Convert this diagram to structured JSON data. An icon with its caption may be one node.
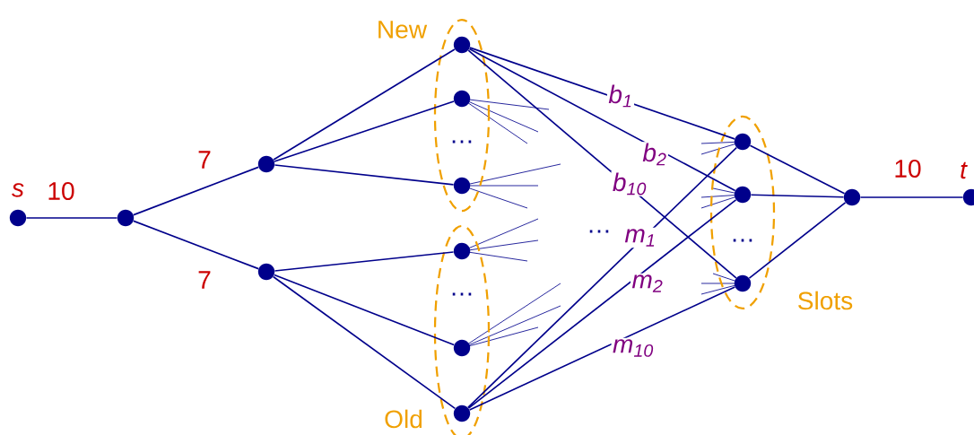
{
  "diagram": {
    "nodes": [
      {
        "text": [],
        "shape": "circle",
        "beside": [
          "s"
        ]
      },
      {
        "text": [],
        "shape": "circle"
      },
      {
        "text": [],
        "shape": "circle"
      },
      {
        "text": [],
        "shape": "circle"
      },
      {
        "text": [
          "New"
        ]
      },
      {
        "text": [],
        "shape": "circle",
        "in": 4
      },
      {
        "text": [],
        "shape": "circle",
        "in": 4
      },
      {
        "text": [],
        "shape": "circle",
        "in": 4
      },
      {
        "text": [
          "Old"
        ]
      },
      {
        "text": [],
        "shape": "circle",
        "in": 8
      },
      {
        "text": [],
        "shape": "circle",
        "in": 8
      },
      {
        "text": [],
        "shape": "circle",
        "in": 8
      },
      {
        "text": [
          "Slots"
        ]
      },
      {
        "text": [],
        "shape": "circle",
        "in": 12
      },
      {
        "text": [],
        "shape": "circle",
        "in": 12
      },
      {
        "text": [],
        "shape": "circle",
        "in": 12
      },
      {
        "text": [],
        "shape": "circle"
      },
      {
        "text": [],
        "shape": "circle",
        "beside": [
          "t"
        ]
      }
    ],
    "edges": [
      {
        "from": 0,
        "to": 1,
        "arrow": "none",
        "label": "10"
      },
      {
        "from": 1,
        "to": 2,
        "arrow": "none",
        "label": "7"
      },
      {
        "from": 1,
        "to": 3,
        "arrow": "none",
        "label": "7"
      },
      {
        "from": 2,
        "to": 5,
        "arrow": "none"
      },
      {
        "from": 2,
        "to": 6,
        "arrow": "none"
      },
      {
        "from": 2,
        "to": 7,
        "arrow": "none"
      },
      {
        "from": 3,
        "to": 9,
        "arrow": "none"
      },
      {
        "from": 3,
        "to": 10,
        "arrow": "none"
      },
      {
        "from": 3,
        "to": 11,
        "arrow": "none"
      },
      {
        "from": 5,
        "to": 13,
        "arrow": "none",
        "label": "b$_{1}$"
      },
      {
        "from": 5,
        "to": 14,
        "arrow": "none",
        "label": "b$_{2}$"
      },
      {
        "from": 5,
        "to": 15,
        "arrow": "none",
        "label": "b$_{10}$"
      },
      {
        "from": 11,
        "to": 13,
        "arrow": "none",
        "label": "m$_{1}$"
      },
      {
        "from": 11,
        "to": 14,
        "arrow": "none",
        "label": "m$_{2}$"
      },
      {
        "from": 11,
        "to": 15,
        "arrow": "none",
        "label": "m$_{10}$"
      },
      {
        "from": 13,
        "to": 16,
        "arrow": "none"
      },
      {
        "from": 14,
        "to": 16,
        "arrow": "none"
      },
      {
        "from": 15,
        "to": 16,
        "arrow": "none"
      },
      {
        "from": 16,
        "to": 17,
        "arrow": "none",
        "label": "10"
      }
    ],
    "labels": [
      "…",
      "…",
      "…",
      "…"
    ]
  }
}
